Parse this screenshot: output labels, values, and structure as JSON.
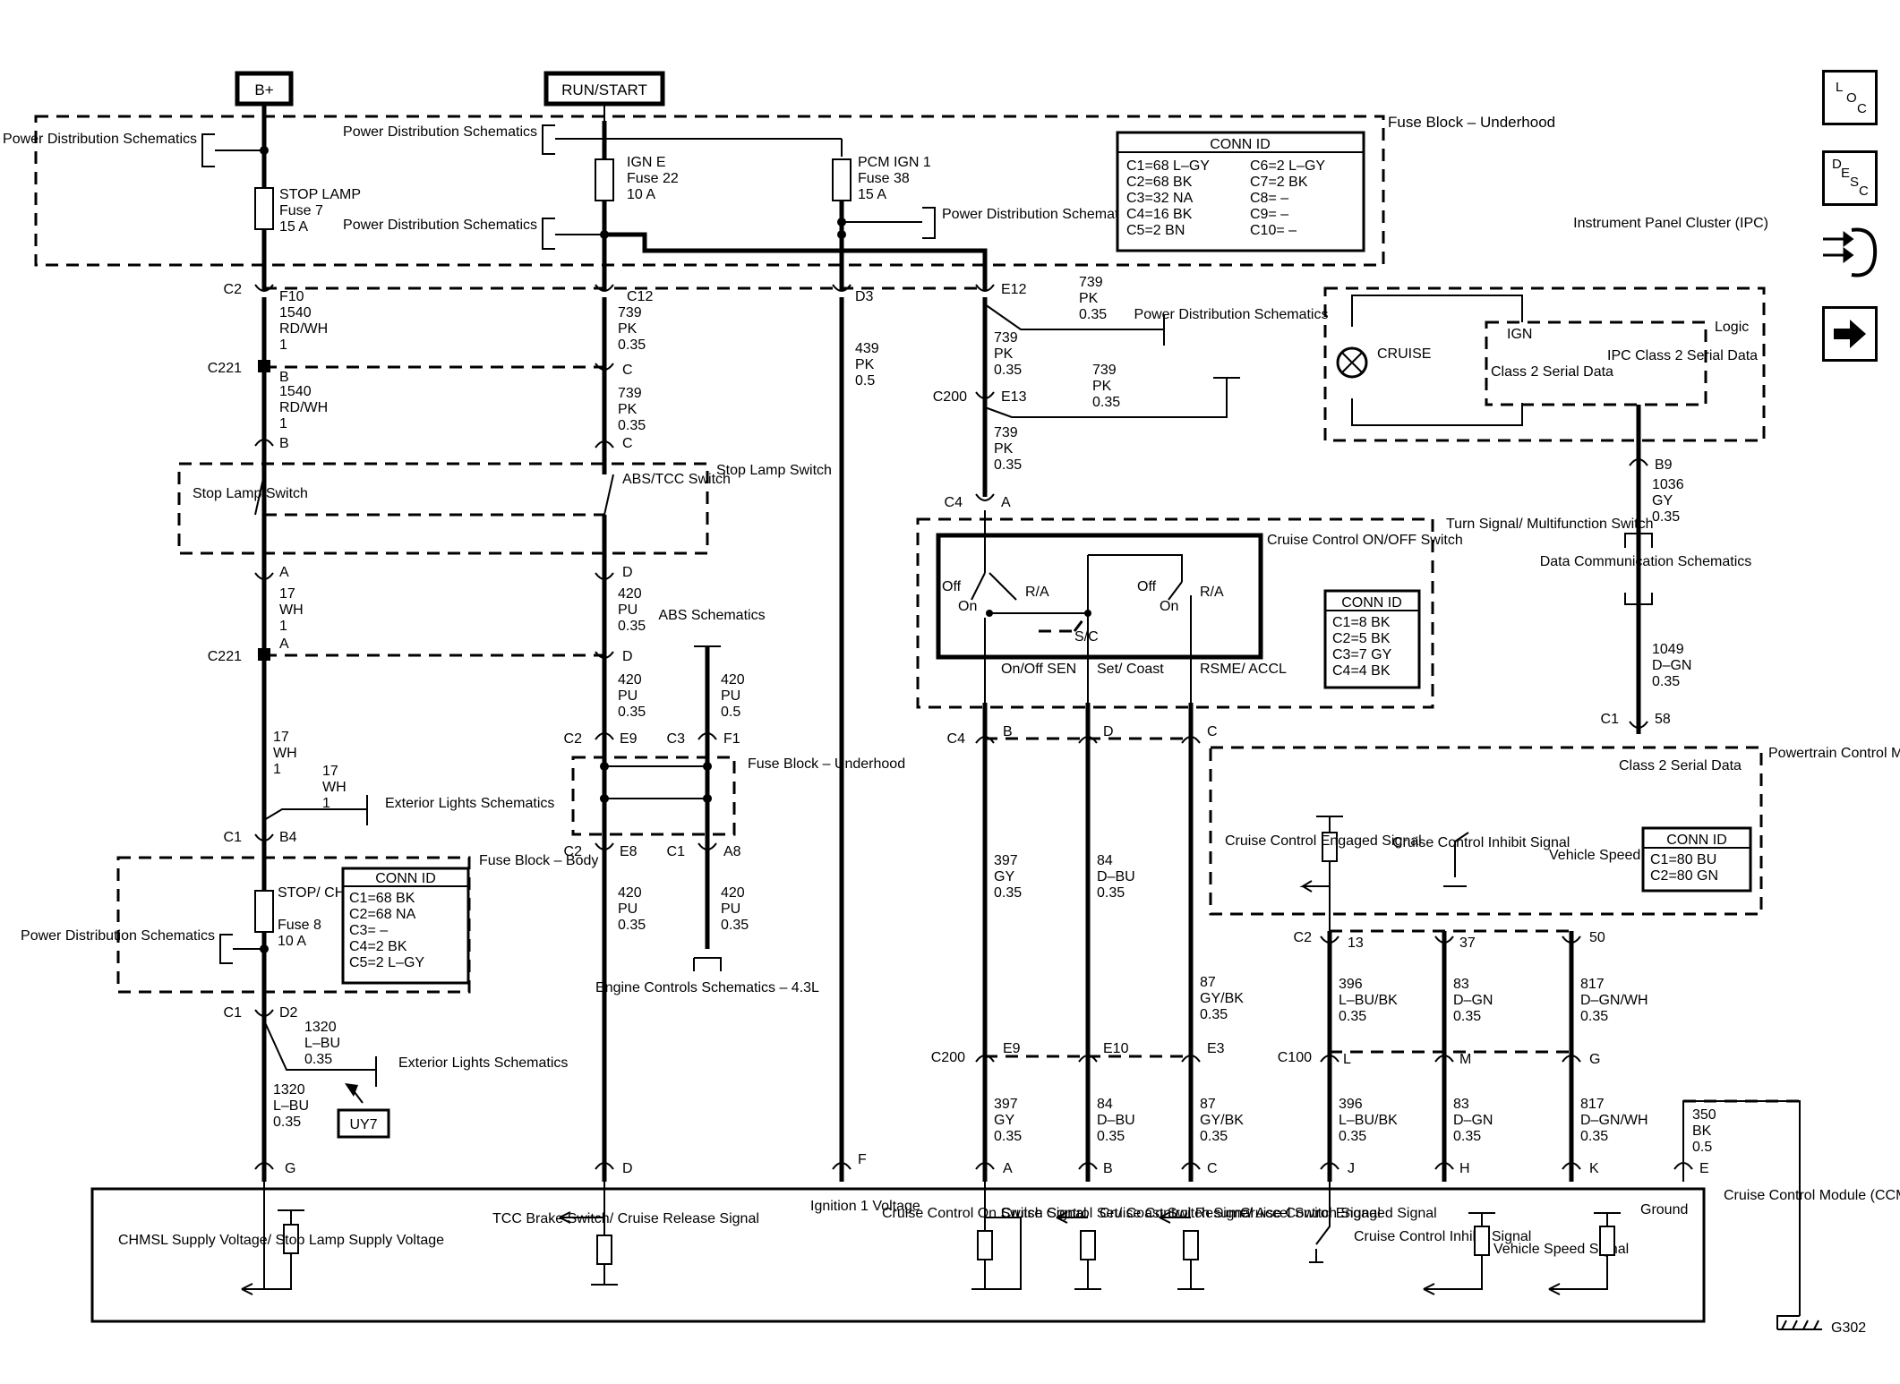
{
  "sources": {
    "bplus": "B+",
    "run": "RUN/START"
  },
  "underhood": {
    "title": "Fuse Block – Underhood",
    "pds1": "Power Distribution Schematics",
    "pds2": "Power Distribution Schematics",
    "pds3": "Power Distribution Schematics",
    "pds4": "Power Distribution Schematics",
    "stoplamp_fuse": "STOP LAMP",
    "stoplamp_fuse_no": "Fuse 7",
    "stoplamp_amp": "15 A",
    "igne_fuse": "IGN E",
    "igne_fuse_no": "Fuse 22",
    "igne_amp": "10 A",
    "pcm_fuse": "PCM IGN 1",
    "pcm_fuse_no": "Fuse 38",
    "pcm_amp": "15 A",
    "conn_title": "CONN ID",
    "conn_left": [
      "C1=68 L–GY",
      "C2=68 BK",
      "C3=32 NA",
      "C4=16 BK",
      "C5=2 BN"
    ],
    "conn_right": [
      "C6=2 L–GY",
      "C7=2 BK",
      "C8= –",
      "C9= –",
      "C10= –"
    ]
  },
  "left_column": {
    "c2": "C2",
    "f10": "F10",
    "w1": [
      "1540",
      "RD/WH",
      "1"
    ],
    "c221": "C221",
    "b": "B",
    "w2": [
      "1540",
      "RD/WH",
      "1"
    ],
    "b2": "B",
    "stop_lamp_switch": "Stop Lamp Switch",
    "a": "A",
    "w3": [
      "17",
      "WH",
      "1"
    ],
    "c221b": "C221",
    "a2": "A",
    "w4": [
      "17",
      "WH",
      "1"
    ],
    "w5": [
      "17",
      "WH",
      "1"
    ],
    "ext1": "Exterior Lights Schematics",
    "c1": "C1",
    "b4": "B4",
    "fuse_body": "Fuse Block – Body",
    "chmsl_fuse": "STOP/ CHMSL",
    "chmsl_fuse_no": "Fuse 8",
    "chmsl_amp": "10 A",
    "pds_body": "Power Distribution Schematics",
    "body_conn_title": "CONN ID",
    "body_conn": [
      "C1=68 BK",
      "C2=68 NA",
      "C3= –",
      "C4=2 BK",
      "C5=2 L–GY"
    ],
    "c1b": "C1",
    "d2": "D2",
    "w6": [
      "1320",
      "L–BU",
      "0.35"
    ],
    "ext2": "Exterior Lights Schematics",
    "uy7": "UY7",
    "w7": [
      "1320",
      "L–BU",
      "0.35"
    ],
    "g": "G"
  },
  "second_column": {
    "c12": "C12",
    "w1": [
      "739",
      "PK",
      "0.35"
    ],
    "c": "C",
    "w2": [
      "739",
      "PK",
      "0.35"
    ],
    "c2": "C",
    "abs_switch": "ABS/TCC Switch",
    "stop_lamp_switch": "Stop Lamp Switch",
    "d": "D",
    "w3": [
      "420",
      "PU",
      "0.35"
    ],
    "d2": "D",
    "w4": [
      "420",
      "PU",
      "0.35"
    ],
    "abs_schem": "ABS Schematics",
    "w5": [
      "420",
      "PU",
      "0.5"
    ],
    "c2b": "C2",
    "e9": "E9",
    "c3": "C3",
    "f1": "F1",
    "fuse_uh": "Fuse Block – Underhood",
    "c2c": "C2",
    "e8": "E8",
    "c1": "C1",
    "a8": "A8",
    "w6": [
      "420",
      "PU",
      "0.35"
    ],
    "w7": [
      "420",
      "PU",
      "0.35"
    ],
    "engine": "Engine Controls Schematics – 4.3L",
    "d3": "D"
  },
  "pcm_column": {
    "d3": "D3",
    "w1": [
      "439",
      "PK",
      "0.5"
    ],
    "f": "F",
    "e12": "E12",
    "w2": [
      "739",
      "PK",
      "0.35"
    ],
    "w3": [
      "739",
      "PK",
      "0.35"
    ],
    "pds": "Power Distribution Schematics",
    "c200": "C200",
    "e13": "E13",
    "w4": [
      "739",
      "PK",
      "0.35"
    ],
    "w5": [
      "739",
      "PK",
      "0.35"
    ],
    "c4": "C4",
    "a": "A"
  },
  "switch": {
    "title": "Turn Signal/ Multifunction Switch",
    "cruise_switch": "Cruise Control ON/OFF Switch",
    "off": "Off",
    "on": "On",
    "ra": "R/A",
    "off2": "Off",
    "on2": "On",
    "ra2": "R/A",
    "sc": "S/C",
    "out1": "On/Off SEN",
    "out2": "Set/ Coast",
    "out3": "RSME/ ACCL",
    "conn_title": "CONN ID",
    "conn": [
      "C1=8 BK",
      "C2=5 BK",
      "C3=7 GY",
      "C4=4 BK"
    ],
    "c4": "C4",
    "b": "B",
    "d": "D",
    "c": "C",
    "w1": [
      "397",
      "GY",
      "0.35"
    ],
    "w2": [
      "84",
      "D–BU",
      "0.35"
    ],
    "w3": [
      "87",
      "GY/BK",
      "0.35"
    ],
    "c200": "C200",
    "e9": "E9",
    "e10": "E10",
    "e3": "E3",
    "w4": [
      "397",
      "GY",
      "0.35"
    ],
    "w5": [
      "84",
      "D–BU",
      "0.35"
    ],
    "w6": [
      "87",
      "GY/BK",
      "0.35"
    ],
    "pa": "A",
    "pb": "B",
    "pc": "C"
  },
  "ipc": {
    "title": "Instrument Panel Cluster (IPC)",
    "cruise": "CRUISE",
    "ign": "IGN",
    "logic": "Logic",
    "serial1": "Class 2 Serial Data",
    "serial2": "IPC Class 2 Serial Data",
    "b9": "B9",
    "w1": [
      "1036",
      "GY",
      "0.35"
    ],
    "dcs": "Data Communication Schematics",
    "w2": [
      "1049",
      "D–GN",
      "0.35"
    ],
    "c1": "C1",
    "p58": "58"
  },
  "pcm": {
    "title": "Powertrain Control Module (PCM)",
    "serial": "Class 2 Serial Data",
    "engaged": "Cruise Control Engaged Signal",
    "inhibit": "Cruise Control Inhibit Signal",
    "vss": "Vehicle Speed Signal",
    "conn_title": "CONN ID",
    "conn": [
      "C1=80 BU",
      "C2=80 GN"
    ],
    "c2": "C2",
    "p13": "13",
    "p37": "37",
    "p50": "50",
    "w1": [
      "396",
      "L–BU/BK",
      "0.35"
    ],
    "w2": [
      "83",
      "D–GN",
      "0.35"
    ],
    "w3": [
      "817",
      "D–GN/WH",
      "0.35"
    ],
    "c100": "C100",
    "l": "L",
    "m": "M",
    "g": "G",
    "w4": [
      "396",
      "L–BU/BK",
      "0.35"
    ],
    "w5": [
      "83",
      "D–GN",
      "0.35"
    ],
    "w6": [
      "817",
      "D–GN/WH",
      "0.35"
    ],
    "pj": "J",
    "ph": "H",
    "pk": "K",
    "w7": [
      "350",
      "BK",
      "0.5"
    ],
    "pe": "E",
    "g302": "G302"
  },
  "ccm": {
    "title": "Cruise Control Module (CCM)",
    "chmsl": "CHMSL Supply Voltage/ Stop Lamp Supply Voltage",
    "tcc": "TCC Brake Switch/ Cruise Release Signal",
    "ign": "Ignition 1 Voltage",
    "on": "Cruise Control On Switch Signal",
    "set": "Cruise Control Set/ Coast Switch Signal",
    "res": "Cruise Control Resume/ Accel Switch Signal",
    "engaged": "Cruise Control Engaged Signal",
    "inhibit": "Cruise Control Inhibit Signal",
    "vss": "Vehicle Speed Signal",
    "ground": "Ground"
  },
  "nav": {
    "loc": [
      "L",
      "O",
      "C"
    ],
    "desc": [
      "D",
      "E",
      "S",
      "C"
    ]
  }
}
